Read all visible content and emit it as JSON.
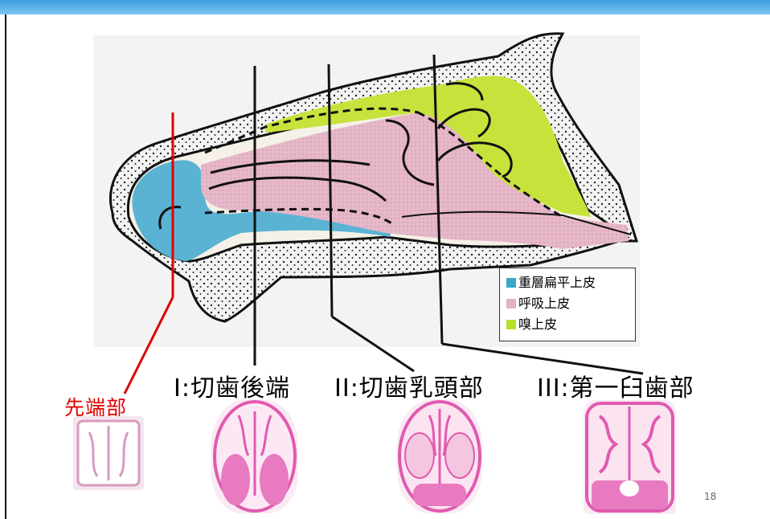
{
  "legend": {
    "items": [
      {
        "label": "重層扁平上皮",
        "color": "#3aa9c9"
      },
      {
        "label": "呼吸上皮",
        "color": "#e2b4be"
      },
      {
        "label": "嗅上皮",
        "color": "#b6e02a"
      }
    ]
  },
  "sections": {
    "tip": "先端部",
    "s1": "I:切歯後端",
    "s2": "II:切歯乳頭部",
    "s3": "III:第一臼歯部"
  },
  "colors": {
    "squamous": "#5ab3d3",
    "respiratory": "#e6b8c9",
    "olfactory": "#c8e23c",
    "tip_line": "#e00000"
  },
  "page": {
    "number": "18"
  }
}
